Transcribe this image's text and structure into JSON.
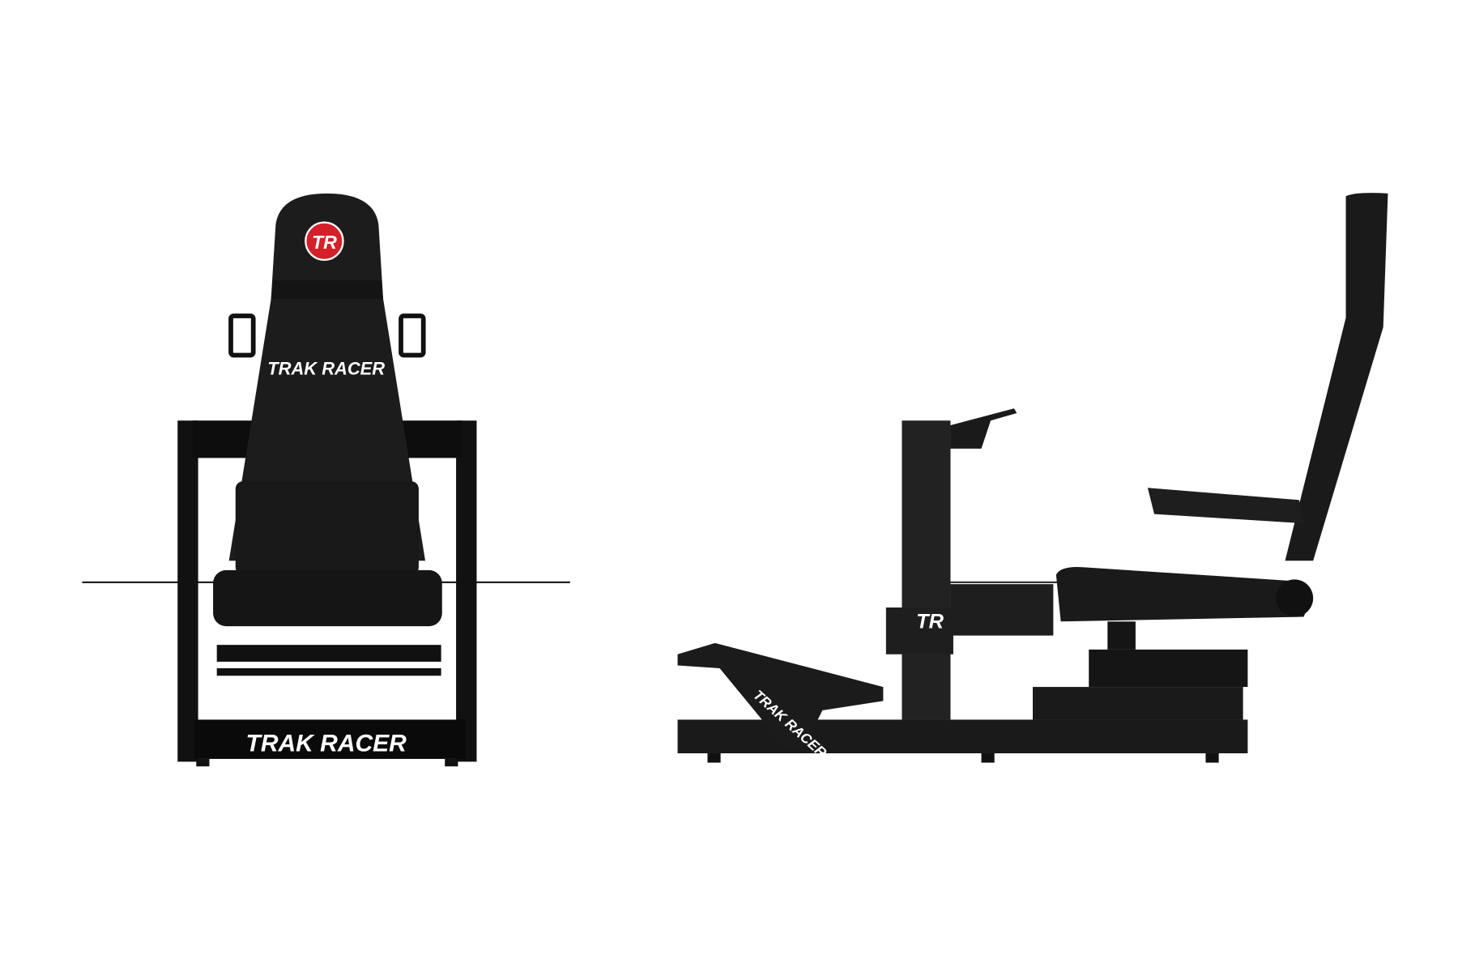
{
  "product": {
    "brand_text": "TRAK RACER",
    "badge_text": "TR",
    "views": [
      "front-view",
      "side-view"
    ]
  },
  "colors": {
    "background": "#ffffff",
    "frame": "#111111",
    "upholstery": "#1c1c1c",
    "badge_red": "#d4202a"
  }
}
